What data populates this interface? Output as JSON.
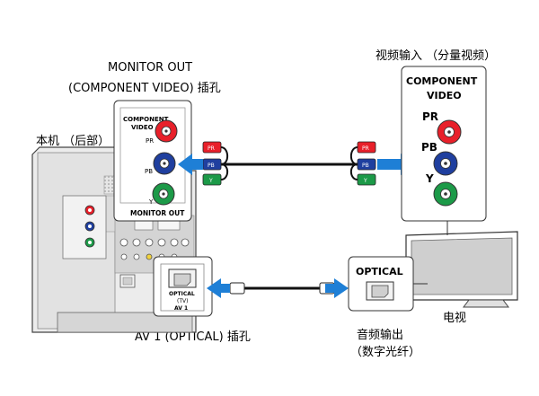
{
  "labels": {
    "monitor_out_line1": "MONITOR OUT",
    "monitor_out_line2": "(COMPONENT VIDEO) 插孔",
    "unit_rear": "本机 （后部）",
    "tv_input": "视频输入 （分量视频）",
    "av1_optical": "AV 1 (OPTICAL) 插孔",
    "audio_out_line1": "音频输出",
    "audio_out_line2": "（数字光纤）",
    "tv": "电视"
  },
  "receiver_callout": {
    "title_line1": "COMPONENT",
    "title_line2": "VIDEO",
    "pr": "PR",
    "pb": "PB",
    "y": "Y",
    "footer": "MONITOR OUT"
  },
  "tv_callout": {
    "title_line1": "COMPONENT",
    "title_line2": "VIDEO",
    "pr": "PR",
    "pb": "PB",
    "y": "Y"
  },
  "optical_callout": {
    "jack_label": "OPTICAL",
    "tv_tag": "(TV)",
    "av_label": "AV 1"
  },
  "tv_optical_callout": {
    "label": "OPTICAL"
  },
  "plugs": {
    "red": "PR",
    "blue": "PB",
    "green": "Y"
  },
  "colors": {
    "red": "#e8202a",
    "blue": "#1f3f9f",
    "green": "#1c9a48",
    "arrow": "#1e7fd6",
    "panel_gray": "#cfcfcf",
    "outline": "#222222"
  }
}
